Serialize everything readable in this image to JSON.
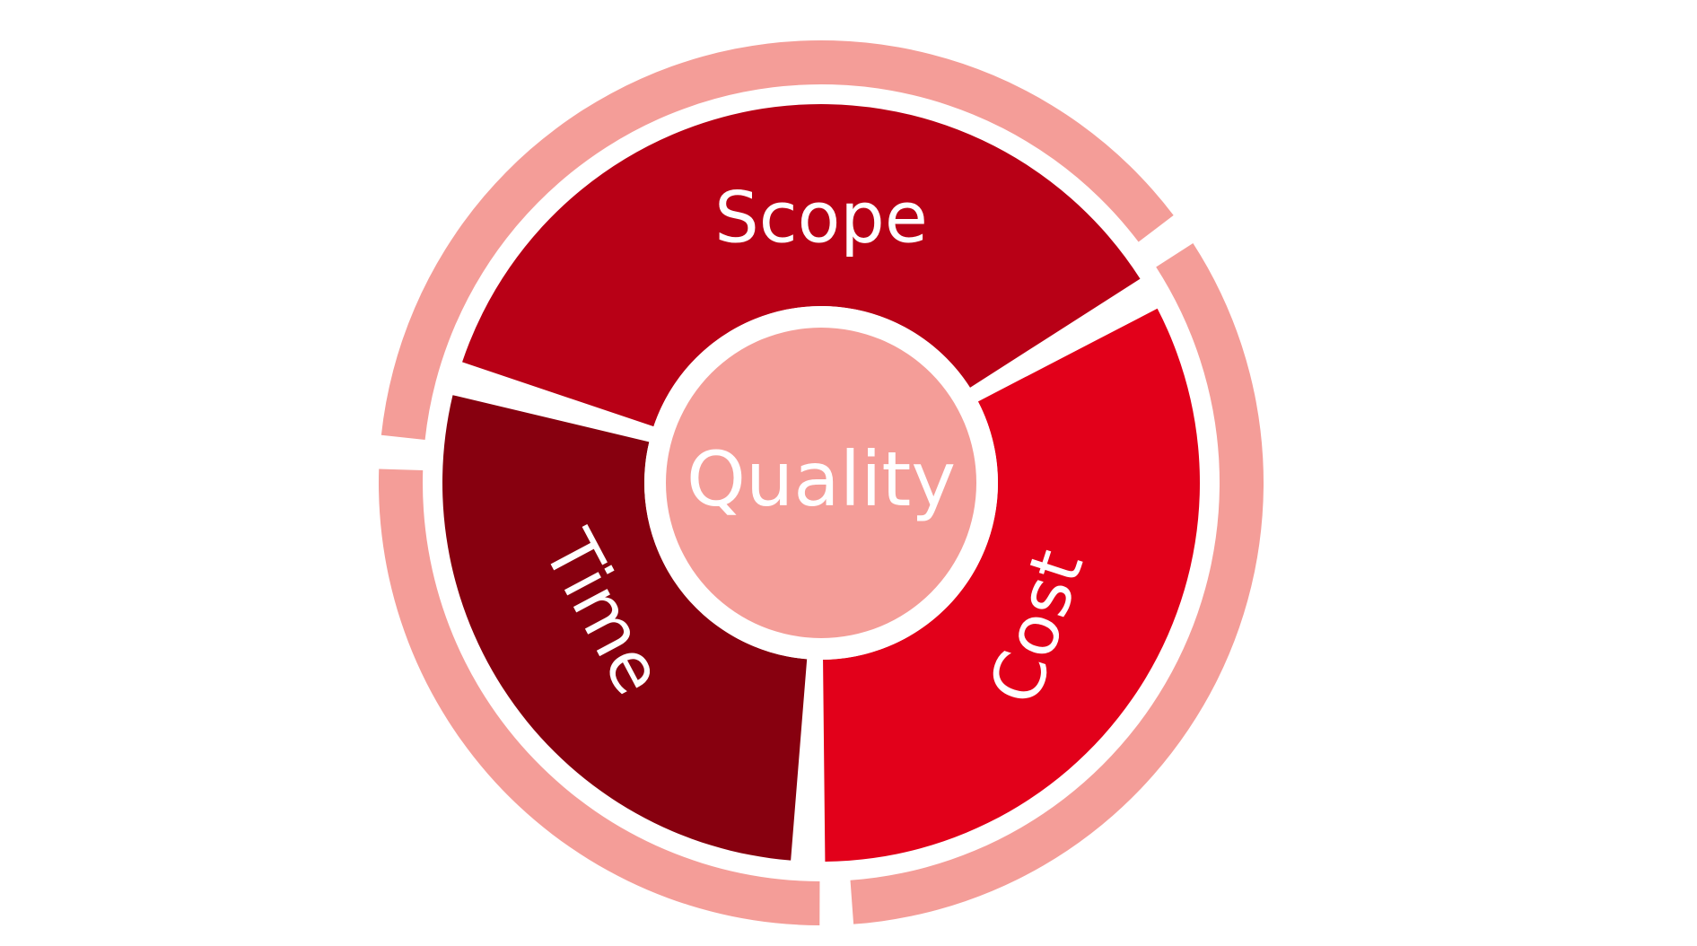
{
  "diagram": {
    "segments": [
      {
        "key": "scope",
        "label": "Scope"
      },
      {
        "key": "cost",
        "label": "Cost"
      },
      {
        "key": "time",
        "label": "Time"
      }
    ],
    "center": {
      "label": "Quality"
    }
  },
  "colors": {
    "outer_ring": "#f49d98",
    "scope": "#b80016",
    "cost": "#e2001a",
    "time": "#87000f",
    "center": "#f49d98",
    "gap": "#ffffff",
    "text": "#ffffff"
  }
}
